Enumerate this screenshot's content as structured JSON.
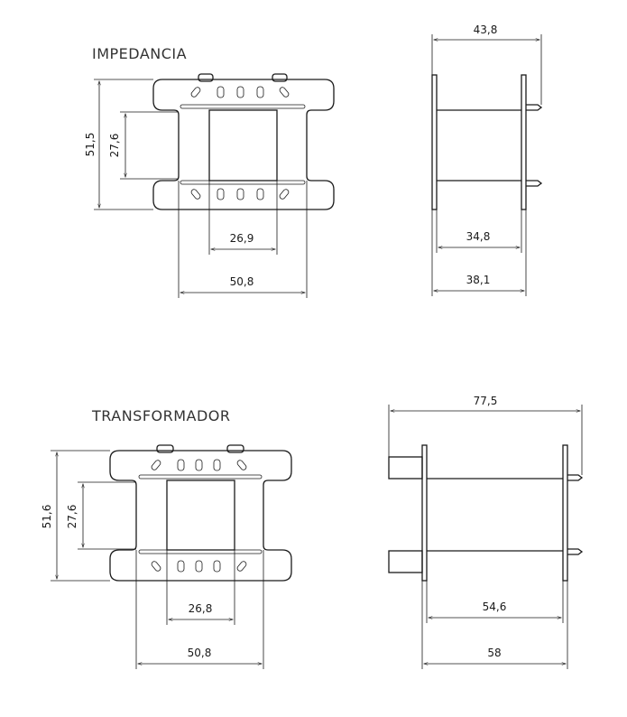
{
  "impedancia": {
    "title": "IMPEDANCIA",
    "front": {
      "height_outer": "51,5",
      "height_inner": "27,6",
      "width_inner": "26,9",
      "width_outer": "50,8"
    },
    "side": {
      "length_total": "43,8",
      "length_inner": "34,8",
      "length_flange": "38,1"
    }
  },
  "transformador": {
    "title": "TRANSFORMADOR",
    "front": {
      "height_outer": "51,6",
      "height_inner": "27,6",
      "width_inner": "26,8",
      "width_outer": "50,8"
    },
    "side": {
      "length_total": "77,5",
      "length_inner": "54,6",
      "length_flange": "58"
    }
  }
}
